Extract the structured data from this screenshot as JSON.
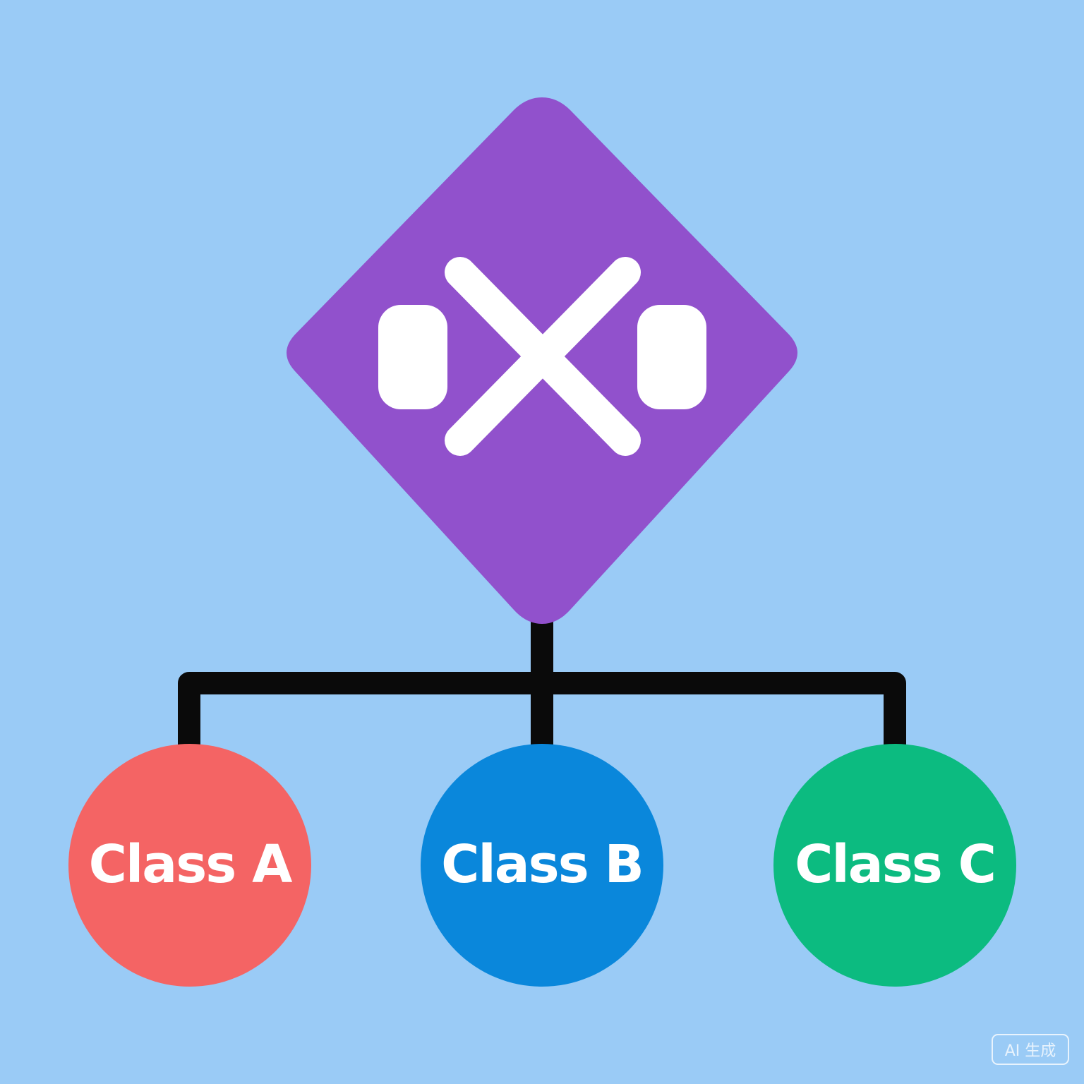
{
  "colors": {
    "background": "#9acbf6",
    "decision": "#9151cc",
    "connector": "#0a0a0a",
    "class_a": "#f46464",
    "class_b": "#0a87db",
    "class_c": "#0cbb80",
    "label_text": "#ffffff",
    "watermark": "#e8f3fd"
  },
  "decision_node": {
    "icon": "cross-with-two-slots-icon"
  },
  "classes": [
    {
      "label": "Class A",
      "color_key": "class_a"
    },
    {
      "label": "Class B",
      "color_key": "class_b"
    },
    {
      "label": "Class C",
      "color_key": "class_c"
    }
  ],
  "watermark": {
    "text": "AI 生成"
  }
}
